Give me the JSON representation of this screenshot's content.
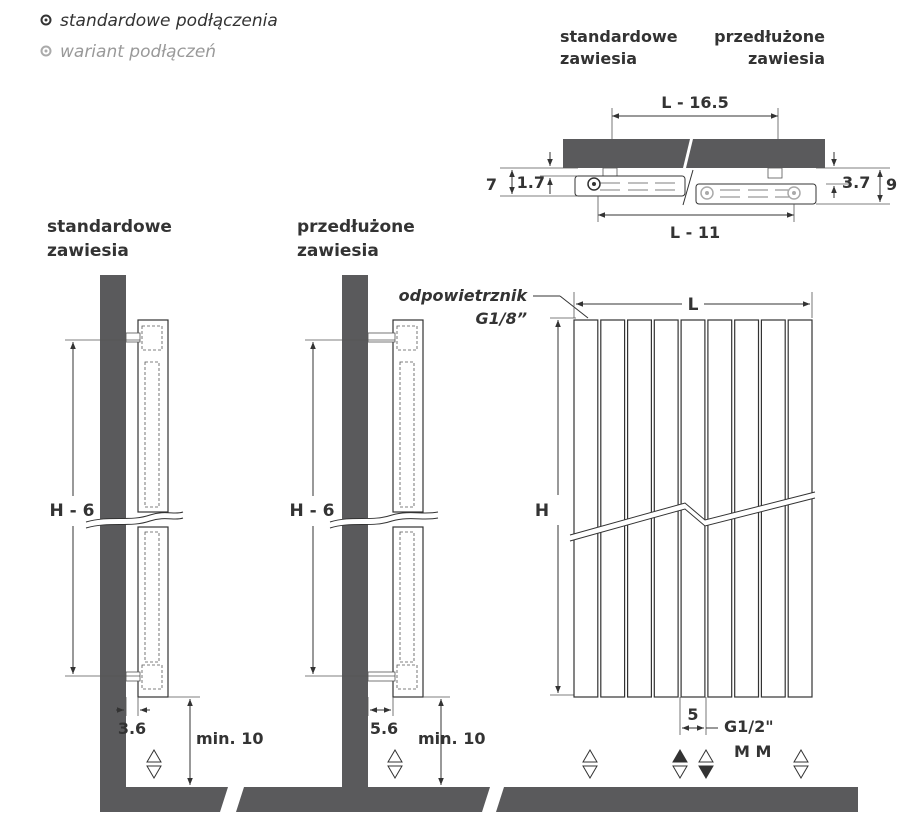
{
  "legend": {
    "standard": "standardowe podłączenia",
    "variant": "wariant podłączeń"
  },
  "top_view": {
    "label_standard_line1": "standardowe",
    "label_standard_line2": "zawiesia",
    "label_extended_line1": "przedłużone",
    "label_extended_line2": "zawiesia",
    "dim_top": "L - 16.5",
    "dim_bottom": "L - 11",
    "dim_left_outer": "7",
    "dim_left_inner": "1.7",
    "dim_right_inner": "3.7",
    "dim_right_outer": "9"
  },
  "side_standard": {
    "title_line1": "standardowe",
    "title_line2": "zawiesia",
    "dim_height": "H - 6",
    "dim_gap": "3.6",
    "dim_floor": "min. 10"
  },
  "side_extended": {
    "title_line1": "przedłużone",
    "title_line2": "zawiesia",
    "dim_height": "H - 6",
    "dim_gap": "5.6",
    "dim_floor": "min. 10"
  },
  "front_view": {
    "vent_line1": "odpowietrznik",
    "vent_line2": "G1/8”",
    "dim_width": "L",
    "dim_height": "H",
    "dim_spacing": "5",
    "connection_line1": "G1/2\"",
    "connection_line2": "M M",
    "column_count": 9
  },
  "colors": {
    "wall": "#5a5a5c",
    "line": "#333333",
    "legend_variant": "#999999"
  }
}
